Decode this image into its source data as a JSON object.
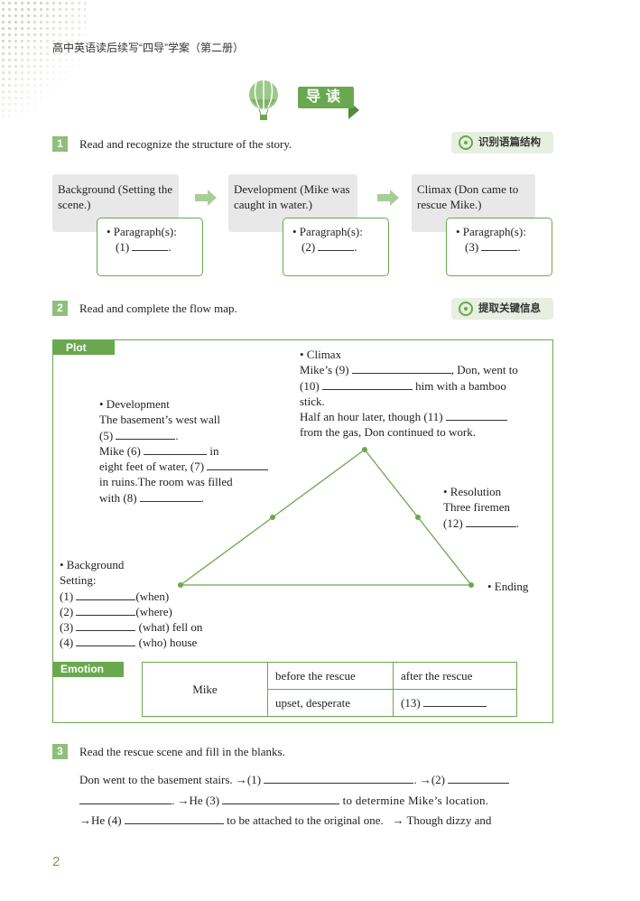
{
  "header": "高中英语读后续写“四导”学案（第二册）",
  "banner": "导读",
  "section1": {
    "num": "1",
    "instruction": "Read and recognize the structure of the story.",
    "tag": "识别语篇结构",
    "boxes": [
      {
        "title": "Background (Setting the scene.)",
        "para": "• Paragraph(s):",
        "blank": "(1)"
      },
      {
        "title": "Development (Mike was caught in water.)",
        "para": "• Paragraph(s):",
        "blank": "(2)"
      },
      {
        "title": "Climax (Don came to rescue Mike.)",
        "para": "• Paragraph(s):",
        "blank": "(3)"
      }
    ]
  },
  "section2": {
    "num": "2",
    "instruction": "Read and complete the flow map.",
    "tag": "提取关键信息",
    "plot_label": "Plot",
    "climax": {
      "head": "• Climax",
      "l1a": "Mike’s (9)",
      "l1b": ", Don, went to",
      "l2a": "(10)",
      "l2b": "him with a bamboo",
      "l3": "stick.",
      "l4a": "Half an hour later, though (11)",
      "l5": "from the gas, Don continued to work."
    },
    "development": {
      "head": "• Development",
      "l1": "The basement’s west wall",
      "l2a": "(5)",
      "l2b": ".",
      "l3a": "Mike (6)",
      "l3b": "in",
      "l4a": "eight feet of water, (7)",
      "l5": "in ruins.The room was filled",
      "l6a": "with (8)",
      "l6b": "."
    },
    "resolution": {
      "head": "• Resolution",
      "l1": "Three firemen",
      "l2a": "(12)",
      "l2b": "."
    },
    "background": {
      "head": "• Background",
      "l1": "Setting:",
      "rows": [
        {
          "a": "(1)",
          "b": "(when)"
        },
        {
          "a": "(2)",
          "b": "(where)"
        },
        {
          "a": "(3)",
          "b": "(what) fell on"
        },
        {
          "a": "(4)",
          "b": "(who) house"
        }
      ]
    },
    "ending": "• Ending",
    "emotion_label": "Emotion",
    "emotion_table": {
      "who": "Mike",
      "h1": "before the rescue",
      "h2": "after the rescue",
      "v1": "upset, desperate",
      "v2": "(13)"
    }
  },
  "section3": {
    "num": "3",
    "instruction": "Read the rescue scene and fill in the blanks.",
    "s1": "Don went to the basement stairs. →(1)",
    "s2": ". →(2)",
    "s3": ".   →He (3)",
    "s4": "to determine Mike’s location.",
    "s5": "→He (4)",
    "s6": "to be attached to the original one.",
    "s7": "→ Though dizzy and"
  },
  "page_number": "2",
  "colors": {
    "accent": "#6aa84f",
    "light": "#e6efe0"
  }
}
